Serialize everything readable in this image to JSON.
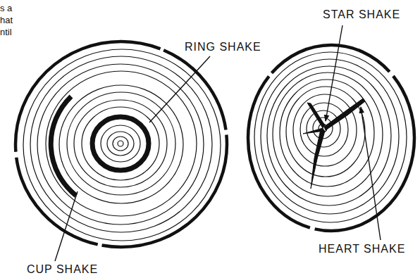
{
  "diagram": {
    "labels": [
      "s a",
      "hat",
      "ntil",
      "STAR SHAKE",
      "RING SHAKE",
      "HEART SHAKE",
      "CUP SHAKE"
    ]
  }
}
